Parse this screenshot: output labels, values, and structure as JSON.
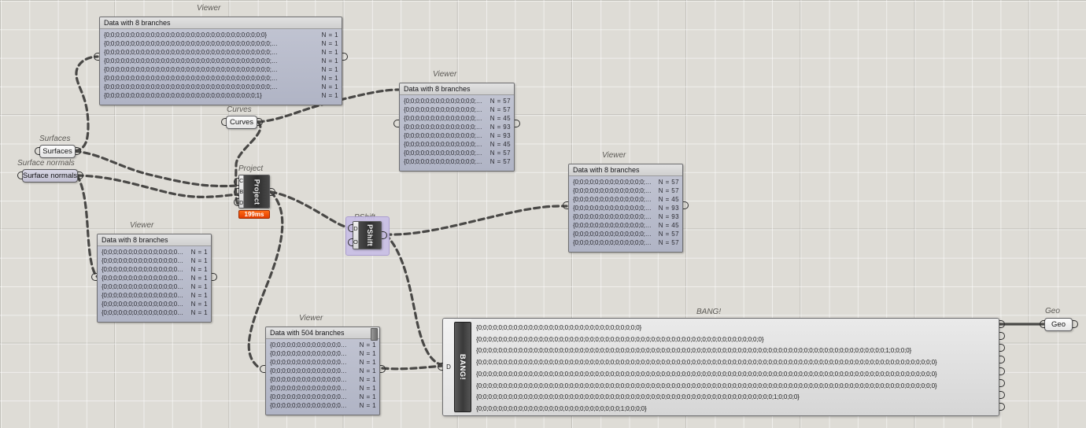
{
  "canvas": {
    "background": "#dedcd6",
    "grid_minor": "#e9e7e2",
    "grid_major": "#c6c4be"
  },
  "params": [
    {
      "id": "surfaces",
      "caption": "Surfaces",
      "label": "Surfaces",
      "selected": false
    },
    {
      "id": "surface-normals",
      "caption": "Surface normals",
      "label": "Surface normals",
      "selected": true
    },
    {
      "id": "curves",
      "caption": "Curves",
      "label": "Curves",
      "selected": false
    },
    {
      "id": "geo",
      "caption": "Geo",
      "label": "Geo",
      "selected": false
    }
  ],
  "components": [
    {
      "id": "project",
      "caption": "Project",
      "name": "Project",
      "inputs": [
        "C",
        "B",
        "D"
      ],
      "outputs": [
        "C"
      ],
      "timer": "199ms",
      "timer_color": "#e23c00",
      "selected": false
    },
    {
      "id": "pshift",
      "caption": "PShift",
      "name": "PShift",
      "inputs": [
        "D",
        "O"
      ],
      "outputs": [
        "D"
      ],
      "timer": null,
      "selected": true,
      "selection_color": "#c9bfe6"
    }
  ],
  "viewers": [
    {
      "id": "viewer-1",
      "caption": "Viewer",
      "header": "Data with 8 branches",
      "scrollbar": false,
      "rows": [
        {
          "key": "{0;0;0;0;0;0;0;0;0;0;0;0;0;0;0;0;0;0;0;0;0;0;0;0;0;0;0;0;0;0;0;0}",
          "n": "N = 1"
        },
        {
          "key": "{0;0;0;0;0;0;0;0;0;0;0;0;0;0;0;0;0;0;0;0;0;0;0;0;0;0;0;0;0;0;0;0;0;…",
          "n": "N = 1"
        },
        {
          "key": "{0;0;0;0;0;0;0;0;0;0;0;0;0;0;0;0;0;0;0;0;0;0;0;0;0;0;0;0;0;0;0;0;0;…",
          "n": "N = 1"
        },
        {
          "key": "{0;0;0;0;0;0;0;0;0;0;0;0;0;0;0;0;0;0;0;0;0;0;0;0;0;0;0;0;0;0;0;0;0;…",
          "n": "N = 1"
        },
        {
          "key": "{0;0;0;0;0;0;0;0;0;0;0;0;0;0;0;0;0;0;0;0;0;0;0;0;0;0;0;0;0;0;0;0;0;…",
          "n": "N = 1"
        },
        {
          "key": "{0;0;0;0;0;0;0;0;0;0;0;0;0;0;0;0;0;0;0;0;0;0;0;0;0;0;0;0;0;0;0;0;0;…",
          "n": "N = 1"
        },
        {
          "key": "{0;0;0;0;0;0;0;0;0;0;0;0;0;0;0;0;0;0;0;0;0;0;0;0;0;0;0;0;0;0;0;0;0;…",
          "n": "N = 1"
        },
        {
          "key": "{0;0;0;0;0;0;0;0;0;0;0;0;0;0;0;0;0;0;0;0;0;0;0;0;0;0;0;0;0;0;1}",
          "n": "N = 1"
        }
      ]
    },
    {
      "id": "viewer-2",
      "caption": "Viewer",
      "header": "Data with 8 branches",
      "scrollbar": false,
      "rows": [
        {
          "key": "{0;0;0;0;0;0;0;0;0;0;0;0;0;0;…",
          "n": "N = 57"
        },
        {
          "key": "{0;0;0;0;0;0;0;0;0;0;0;0;0;0;…",
          "n": "N = 57"
        },
        {
          "key": "{0;0;0;0;0;0;0;0;0;0;0;0;0;0;…",
          "n": "N = 45"
        },
        {
          "key": "{0;0;0;0;0;0;0;0;0;0;0;0;0;0;…",
          "n": "N = 93"
        },
        {
          "key": "{0;0;0;0;0;0;0;0;0;0;0;0;0;0;…",
          "n": "N = 93"
        },
        {
          "key": "{0;0;0;0;0;0;0;0;0;0;0;0;0;0;…",
          "n": "N = 45"
        },
        {
          "key": "{0;0;0;0;0;0;0;0;0;0;0;0;0;0;…",
          "n": "N = 57"
        },
        {
          "key": "{0;0;0;0;0;0;0;0;0;0;0;0;0;0;…",
          "n": "N = 57"
        }
      ]
    },
    {
      "id": "viewer-3",
      "caption": "Viewer",
      "header": "Data with 8 branches",
      "scrollbar": false,
      "rows": [
        {
          "key": "{0;0;0;0;0;0;0;0;0;0;0;0;0;0;…",
          "n": "N = 57"
        },
        {
          "key": "{0;0;0;0;0;0;0;0;0;0;0;0;0;0;…",
          "n": "N = 57"
        },
        {
          "key": "{0;0;0;0;0;0;0;0;0;0;0;0;0;0;…",
          "n": "N = 45"
        },
        {
          "key": "{0;0;0;0;0;0;0;0;0;0;0;0;0;0;…",
          "n": "N = 93"
        },
        {
          "key": "{0;0;0;0;0;0;0;0;0;0;0;0;0;0;…",
          "n": "N = 93"
        },
        {
          "key": "{0;0;0;0;0;0;0;0;0;0;0;0;0;0;…",
          "n": "N = 45"
        },
        {
          "key": "{0;0;0;0;0;0;0;0;0;0;0;0;0;0;…",
          "n": "N = 57"
        },
        {
          "key": "{0;0;0;0;0;0;0;0;0;0;0;0;0;0;…",
          "n": "N = 57"
        }
      ]
    },
    {
      "id": "viewer-4",
      "caption": "Viewer",
      "header": "Data with 8 branches",
      "scrollbar": false,
      "rows": [
        {
          "key": "{0;0;0;0;0;0;0;0;0;0;0;0;0;0;0…",
          "n": "N = 1"
        },
        {
          "key": "{0;0;0;0;0;0;0;0;0;0;0;0;0;0;0…",
          "n": "N = 1"
        },
        {
          "key": "{0;0;0;0;0;0;0;0;0;0;0;0;0;0;0…",
          "n": "N = 1"
        },
        {
          "key": "{0;0;0;0;0;0;0;0;0;0;0;0;0;0;0…",
          "n": "N = 1"
        },
        {
          "key": "{0;0;0;0;0;0;0;0;0;0;0;0;0;0;0…",
          "n": "N = 1"
        },
        {
          "key": "{0;0;0;0;0;0;0;0;0;0;0;0;0;0;0…",
          "n": "N = 1"
        },
        {
          "key": "{0;0;0;0;0;0;0;0;0;0;0;0;0;0;0…",
          "n": "N = 1"
        },
        {
          "key": "{0;0;0;0;0;0;0;0;0;0;0;0;0;0;0…",
          "n": "N = 1"
        }
      ]
    },
    {
      "id": "viewer-5",
      "caption": "Viewer",
      "header": "Data with 504 branches",
      "scrollbar": true,
      "rows": [
        {
          "key": "{0;0;0;0;0;0;0;0;0;0;0;0;0;0…",
          "n": "N = 1"
        },
        {
          "key": "{0;0;0;0;0;0;0;0;0;0;0;0;0;0…",
          "n": "N = 1"
        },
        {
          "key": "{0;0;0;0;0;0;0;0;0;0;0;0;0;0…",
          "n": "N = 1"
        },
        {
          "key": "{0;0;0;0;0;0;0;0;0;0;0;0;0;0…",
          "n": "N = 1"
        },
        {
          "key": "{0;0;0;0;0;0;0;0;0;0;0;0;0;0…",
          "n": "N = 1"
        },
        {
          "key": "{0;0;0;0;0;0;0;0;0;0;0;0;0;0…",
          "n": "N = 1"
        },
        {
          "key": "{0;0;0;0;0;0;0;0;0;0;0;0;0;0…",
          "n": "N = 1"
        },
        {
          "key": "{0;0;0;0;0;0;0;0;0;0;0;0;0;0…",
          "n": "N = 1"
        }
      ]
    }
  ],
  "bang": {
    "caption": "BANG!",
    "label": "BANG!",
    "input": "D",
    "output_count": 8,
    "rows": [
      "{0;0;0;0;0;0;0;0;0;0;0;0;0;0;0;0;0;0;0;0;0;0;0;0;0;0;0;0;0;0;0;0}",
      "{0;0;0;0;0;0;0;0;0;0;0;0;0;0;0;0;0;0;0;0;0;0;0;0;0;0;0;0;0;0;0;0;0;0;0;0;0;0;0;0;0;0;0;0;0;0;0;0;0;0;0;0;0;0;0;0}",
      "{0;0;0;0;0;0;0;0;0;0;0;0;0;0;0;0;0;0;0;0;0;0;0;0;0;0;0;0;0;0;0;0;0;0;0;0;0;0;0;0;0;0;0;0;0;0;0;0;0;0;0;0;0;0;0;0;0;0;0;0;0;0;0;0;0;0;0;0;0;0;0;0;0;0;0;0;0;0;0;0;1;0;0;0;0}",
      "{0;0;0;0;0;0;0;0;0;0;0;0;0;0;0;0;0;0;0;0;0;0;0;0;0;0;0;0;0;0;0;0;0;0;0;0;0;0;0;0;0;0;0;0;0;0;0;0;0;0;0;0;0;0;0;0;0;0;0;0;0;0;0;0;0;0;0;0;0;0;0;0;0;0;0;0;0;0;0;0;0;0;0;0;0;0;0;0;0;0}",
      "{0;0;0;0;0;0;0;0;0;0;0;0;0;0;0;0;0;0;0;0;0;0;0;0;0;0;0;0;0;0;0;0;0;0;0;0;0;0;0;0;0;0;0;0;0;0;0;0;0;0;0;0;0;0;0;0;0;0;0;0;0;0;0;0;0;0;0;0;0;0;0;0;0;0;0;0;0;0;0;0;0;0;0;0;0;0;0;0;0;0}",
      "{0;0;0;0;0;0;0;0;0;0;0;0;0;0;0;0;0;0;0;0;0;0;0;0;0;0;0;0;0;0;0;0;0;0;0;0;0;0;0;0;0;0;0;0;0;0;0;0;0;0;0;0;0;0;0;0;0;0;0;0;0;0;0;0;0;0;0;0;0;0;0;0;0;0;0;0;0;0;0;0;0;0;0;0;0;0;0;0;0;0}",
      "{0;0;0;0;0;0;0;0;0;0;0;0;0;0;0;0;0;0;0;0;0;0;0;0;0;0;0;0;0;0;0;0;0;0;0;0;0;0;0;0;0;0;0;0;0;0;0;0;0;0;0;0;0;0;0;0;0;0;1;0;0;0;0}",
      "{0;0;0;0;0;0;0;0;0;0;0;0;0;0;0;0;0;0;0;0;0;0;0;0;0;0;0;0;1;0;0;0;0}"
    ]
  }
}
